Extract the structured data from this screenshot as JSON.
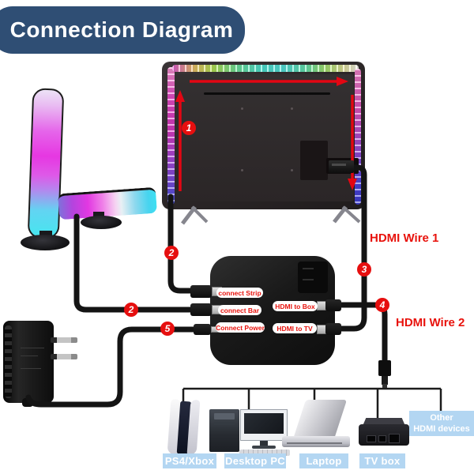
{
  "title": "Connection Diagram",
  "colors": {
    "title_bg": "#2f4e74",
    "accent_red": "#e8120c",
    "label_blue": "#b3d6f2",
    "wire_black": "#141414"
  },
  "controller": {
    "connect_strip": "connect Strip",
    "connect_bar": "connect Bar",
    "connect_power": "Connect Power",
    "hdmi_to_box": "HDMI to Box",
    "hdmi_to_tv": "HDMI to TV"
  },
  "wire_labels": {
    "hdmi_wire_1": "HDMI Wire 1",
    "hdmi_wire_2": "HDMI Wire 2"
  },
  "steps": {
    "one": "1",
    "two": "2",
    "three": "3",
    "four": "4",
    "five": "5"
  },
  "devices": {
    "ps": "PS4/Xbox",
    "desktop": "Desktop PC",
    "laptop": "Laptop",
    "tv_box": "TV box",
    "other_line1": "Other",
    "other_line2": "HDMI devices"
  }
}
